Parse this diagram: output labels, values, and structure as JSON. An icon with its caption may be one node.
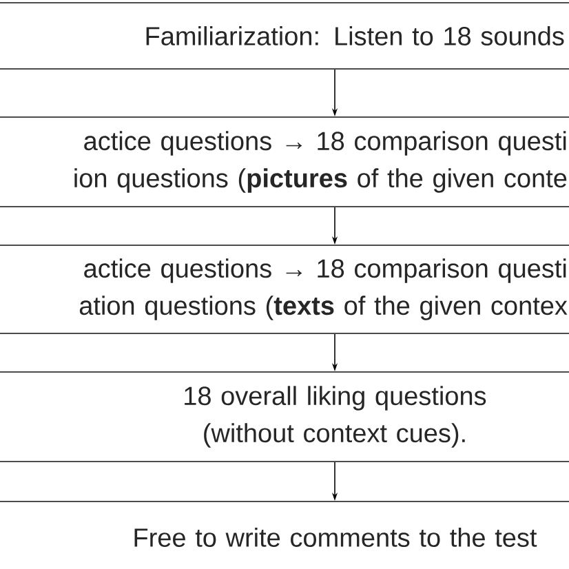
{
  "diagram": {
    "nodes": [
      {
        "text": [
          "Familiarization: Listen to 18 sounds"
        ]
      },
      {
        "text": [
          "actice questions → 18 comparison questi ion questions (**pictures** of the given conte"
        ]
      },
      {
        "text": [
          "actice questions → 18 comparison questi ation questions (**texts** of the given contex"
        ]
      },
      {
        "text": [
          "18 overall liking questions (without context cues)."
        ]
      },
      {
        "text": [
          "Free to write comments to the test"
        ]
      }
    ],
    "edges": [
      {
        "from": 0,
        "to": 1,
        "arrow": "to"
      },
      {
        "from": 1,
        "to": 2,
        "arrow": "to"
      },
      {
        "from": 2,
        "to": 3,
        "arrow": "to"
      },
      {
        "from": 3,
        "to": 4,
        "arrow": "to"
      }
    ]
  }
}
